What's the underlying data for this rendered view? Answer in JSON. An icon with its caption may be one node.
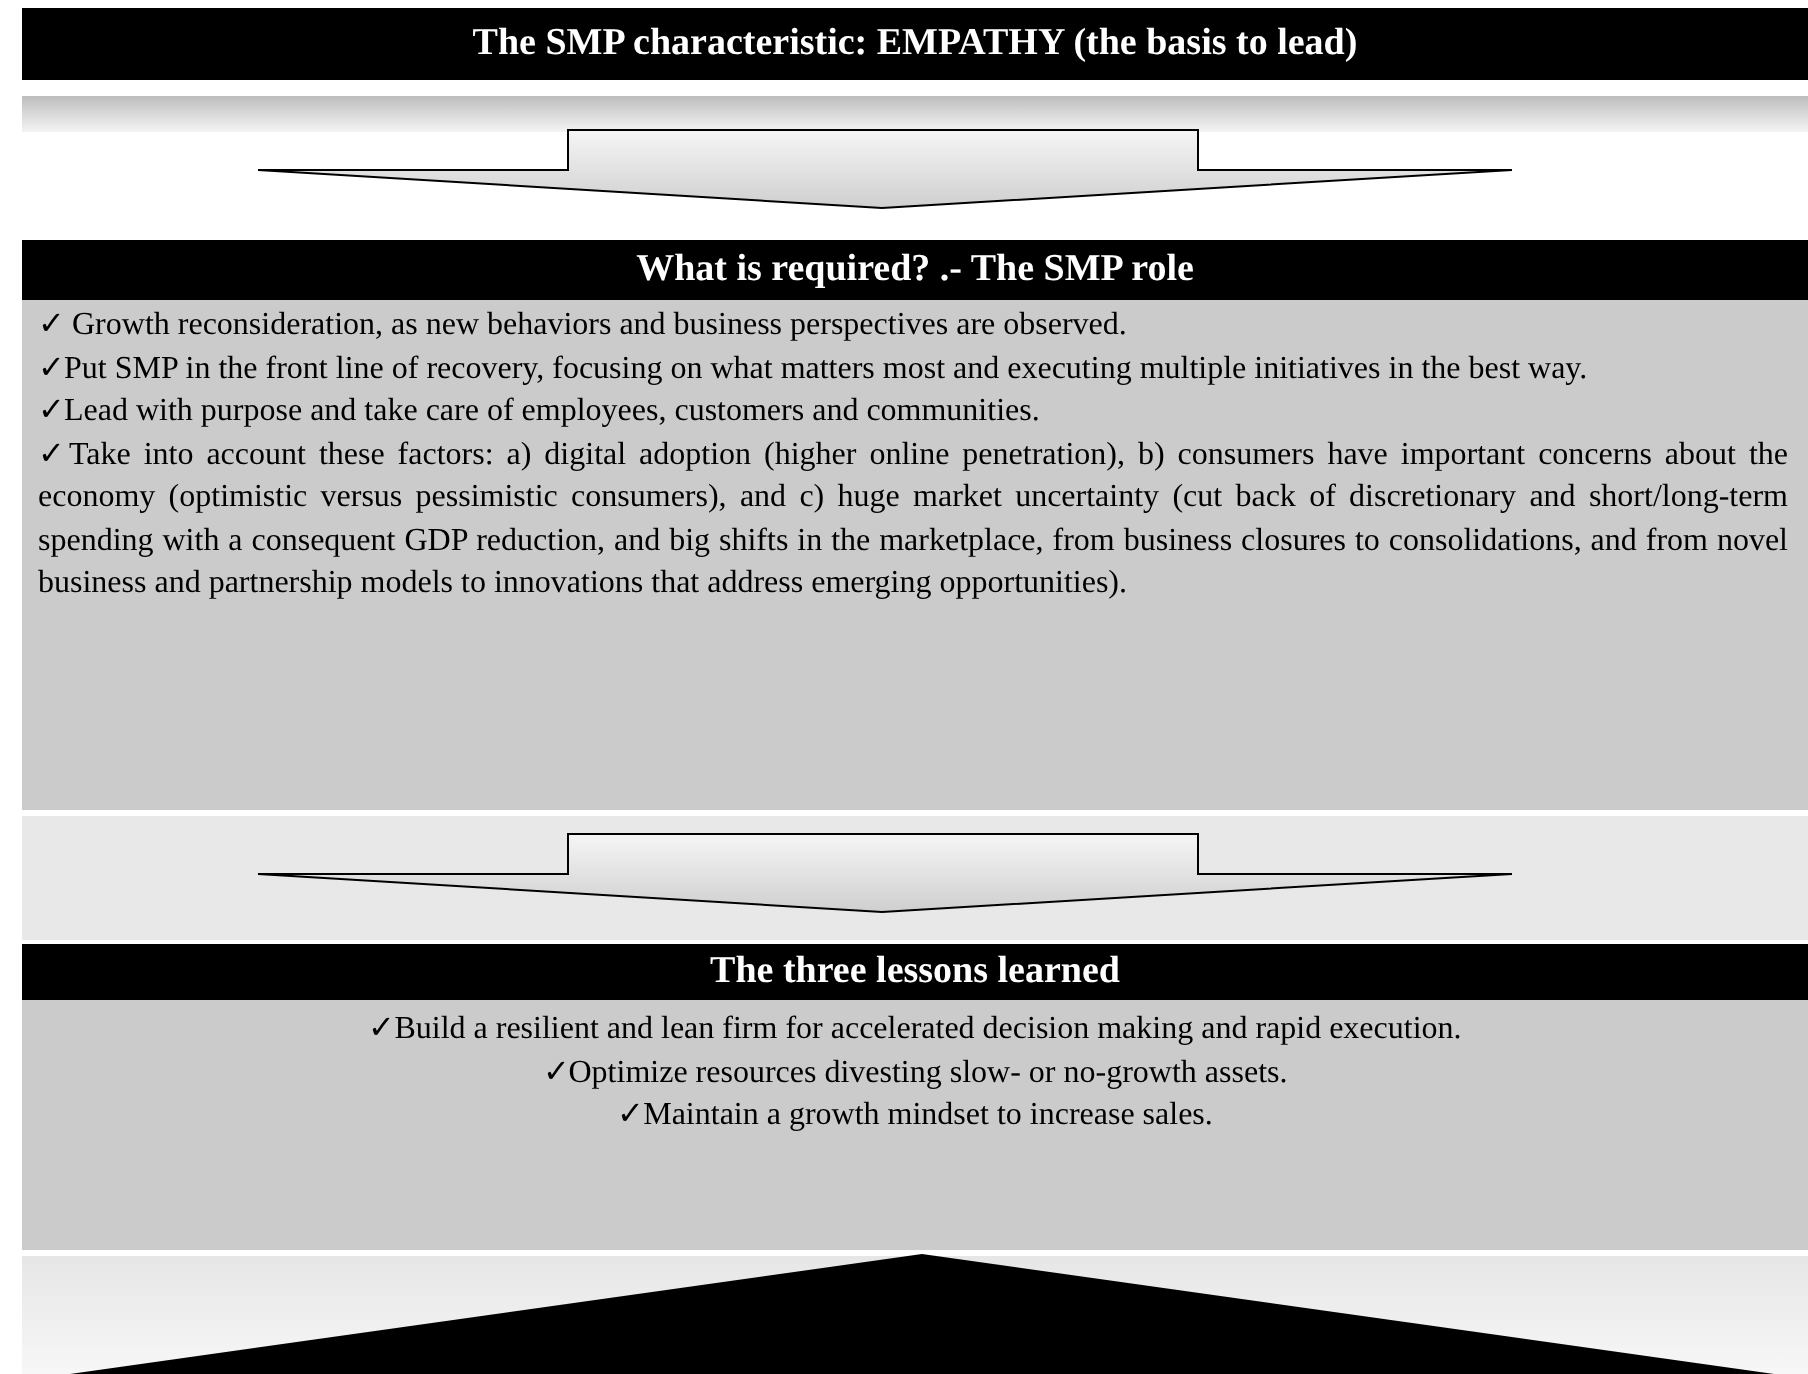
{
  "diagram": {
    "nodes": [
      {
        "text": [
          "The SMP characteristic:  EMPATHY (the basis to lead)"
        ]
      },
      {
        "text": [
          "What is required? .- The SMP role",
          "✓ Growth reconsideration, as new behaviors and business perspectives are observed.",
          "✓Put SMP in the front line of recovery, focusing on what matters most and executing multiple initiatives in the best way.",
          "✓Lead with purpose and take care of employees, customers and communities.",
          "✓Take into account these factors: a) digital adoption (higher online penetration), b) consumers have important concerns about the economy (optimistic versus pessimistic consumers), and c) huge market uncertainty (cut back of discretionary and short/long-term spending with a consequent GDP reduction, and big shifts in the marketplace, from business closures to consolidations, and from novel business and partnership models to innovations that address emerging opportunities)."
        ]
      },
      {
        "text": [
          "The three lessons learned",
          "✓Build a resilient and lean firm for accelerated decision making and rapid execution.",
          "✓Optimize resources divesting slow- or no-growth assets.",
          "✓Maintain a growth mindset to increase sales."
        ]
      }
    ],
    "edges": [
      {
        "from": 0,
        "to": 1,
        "arrow": "to"
      },
      {
        "from": 1,
        "to": 2,
        "arrow": "to"
      }
    ]
  }
}
